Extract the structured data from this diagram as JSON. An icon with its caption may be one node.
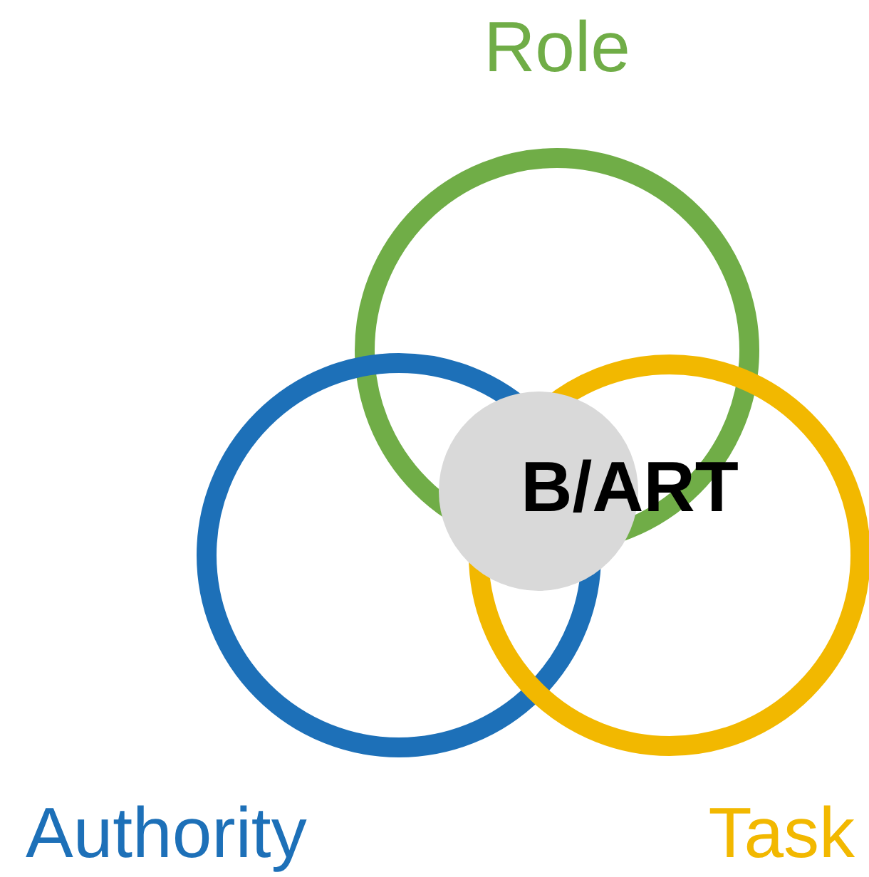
{
  "diagram": {
    "nodes": [
      {
        "text": [
          "Role"
        ]
      },
      {
        "text": [
          "Authority"
        ]
      },
      {
        "text": [
          "Task"
        ]
      },
      {
        "text": [
          "B/ART"
        ]
      }
    ]
  }
}
